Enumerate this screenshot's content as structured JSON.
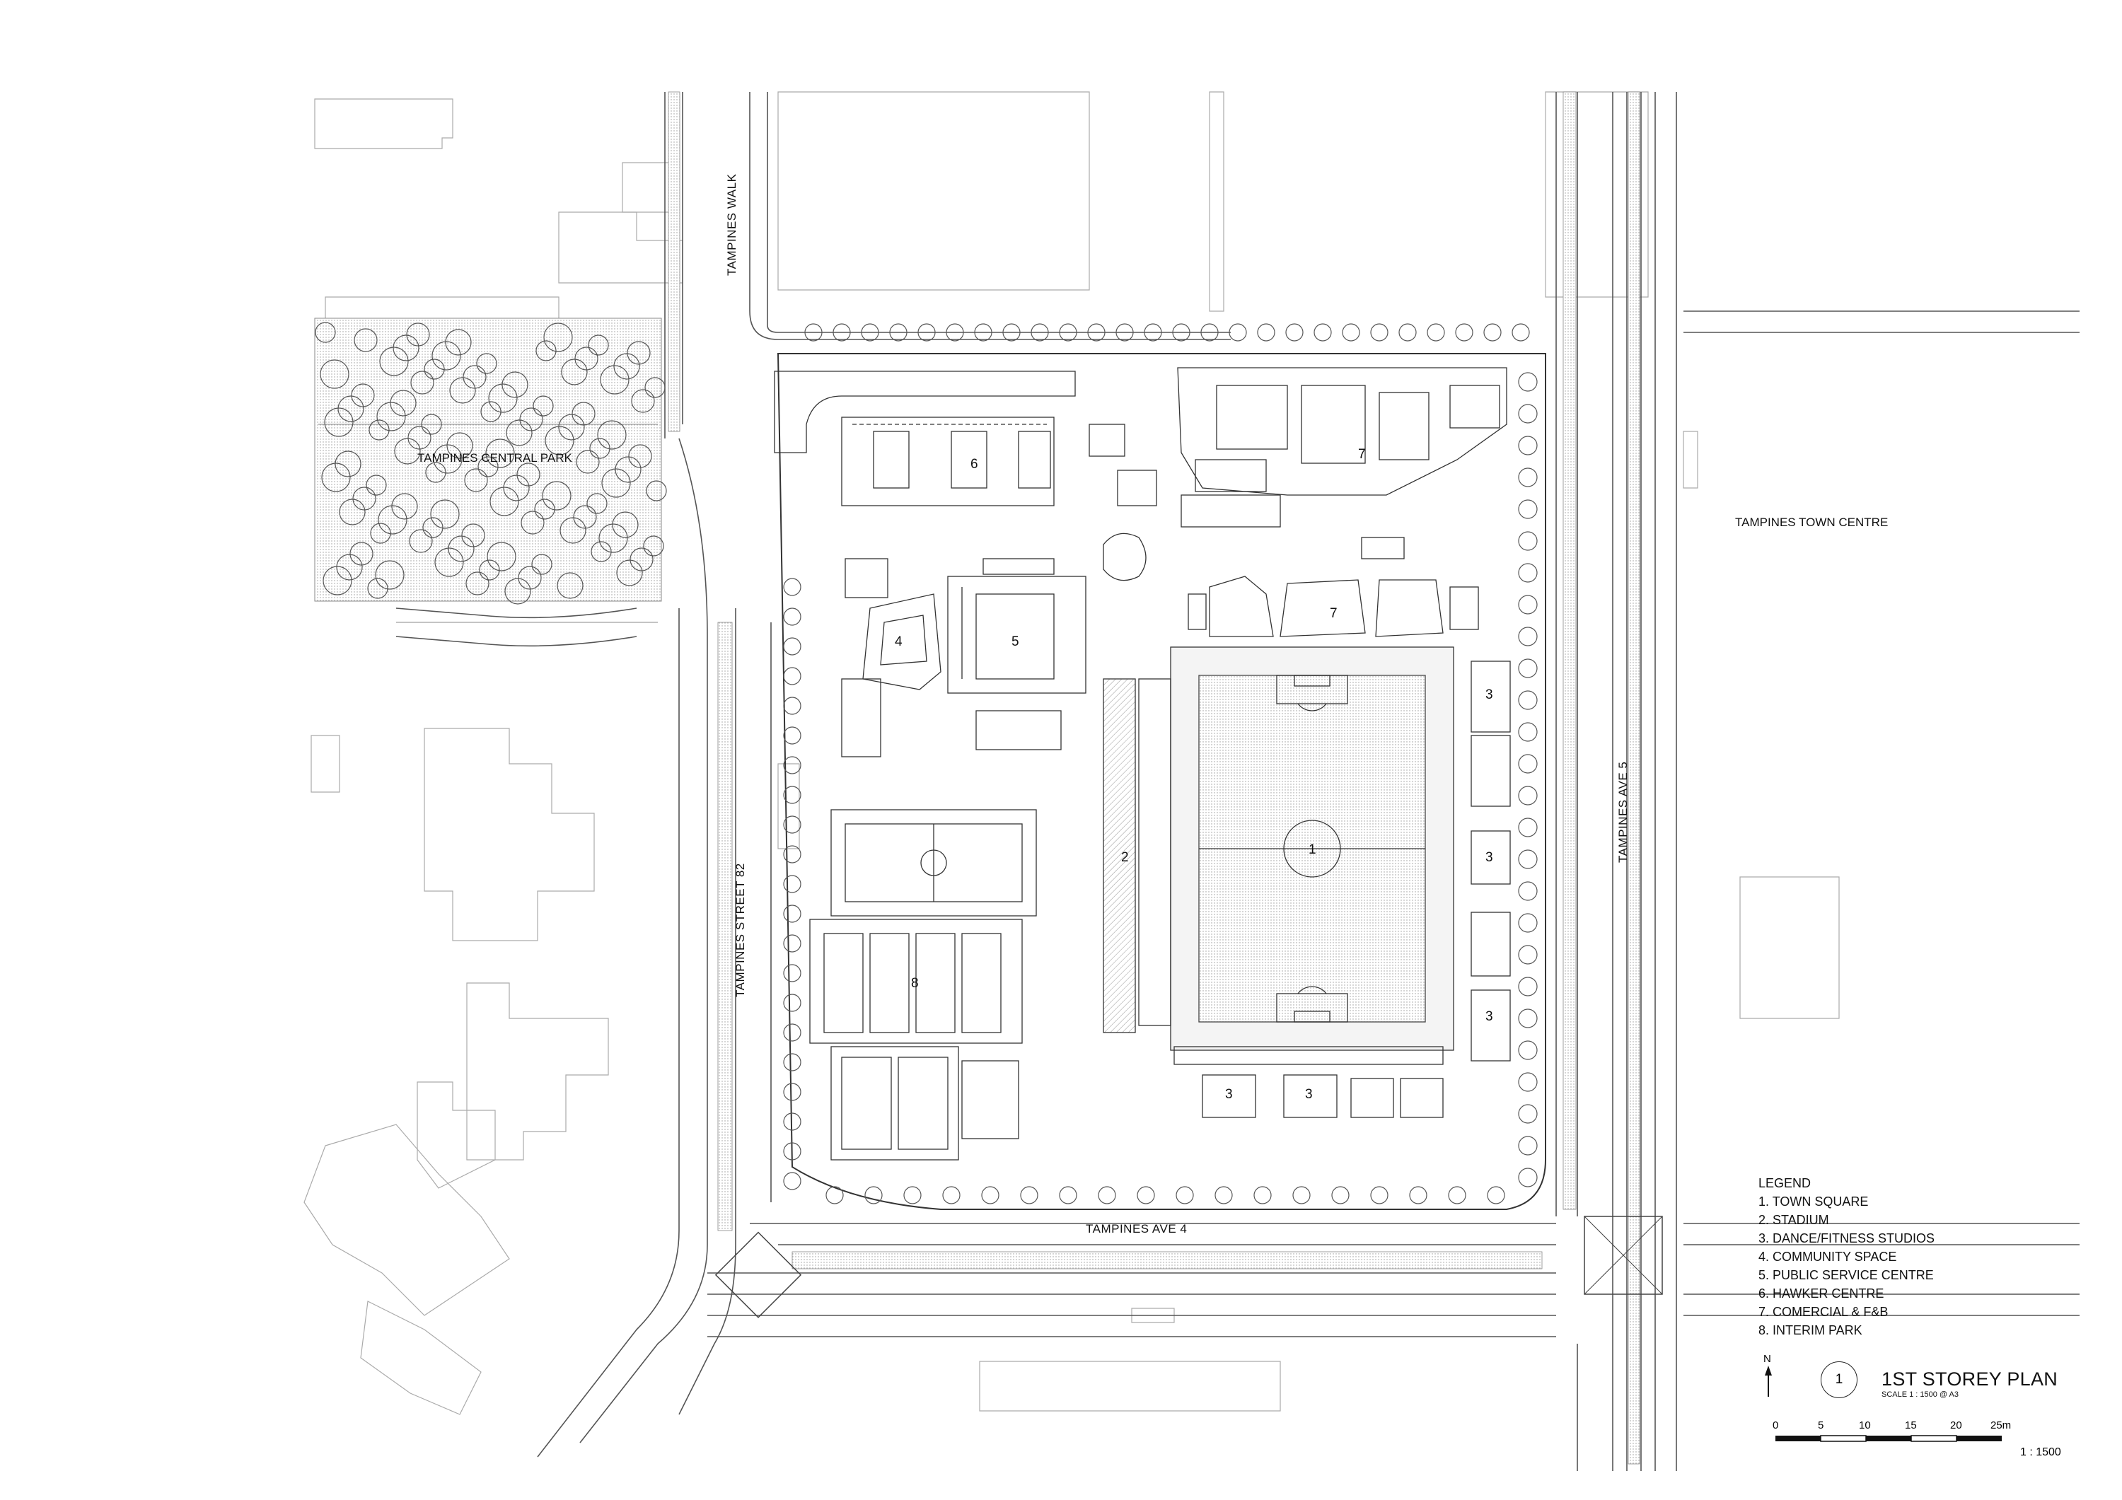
{
  "roads": {
    "tampines_walk": "TAMPINES WALK",
    "tampines_street_82": "TAMPINES STREET 82",
    "tampines_ave_5": "TAMPINES AVE 5",
    "tampines_ave_4": "TAMPINES AVE 4"
  },
  "places": {
    "central_park": "TAMPINES CENTRAL PARK",
    "town_centre": "TAMPINES TOWN CENTRE"
  },
  "zones": {
    "z1": "1",
    "z2": "2",
    "z3a": "3",
    "z3b": "3",
    "z3c": "3",
    "z3d": "3",
    "z3e": "3",
    "z4": "4",
    "z5": "5",
    "z6": "6",
    "z7a": "7",
    "z7b": "7",
    "z8": "8"
  },
  "legend": {
    "title": "LEGEND",
    "items": [
      "1. TOWN SQUARE",
      "2. STADIUM",
      "3. DANCE/FITNESS STUDIOS",
      "4. COMMUNITY SPACE",
      "5. PUBLIC SERVICE CENTRE",
      "6. HAWKER CENTRE",
      "7. COMERCIAL & F&B",
      "8. INTERIM PARK"
    ]
  },
  "title_block": {
    "north": "N",
    "drawing_ref": "1",
    "title": "1ST STOREY PLAN",
    "scale_note": "SCALE  1 : 1500 @ A3",
    "scale_ticks": [
      "0",
      "5",
      "10",
      "15",
      "20",
      "25m"
    ],
    "scale_ratio": "1 : 1500"
  },
  "colors": {
    "line": "#333333",
    "light_line": "#999999",
    "tree": "#555555",
    "hatch": "#bbbbbb"
  }
}
